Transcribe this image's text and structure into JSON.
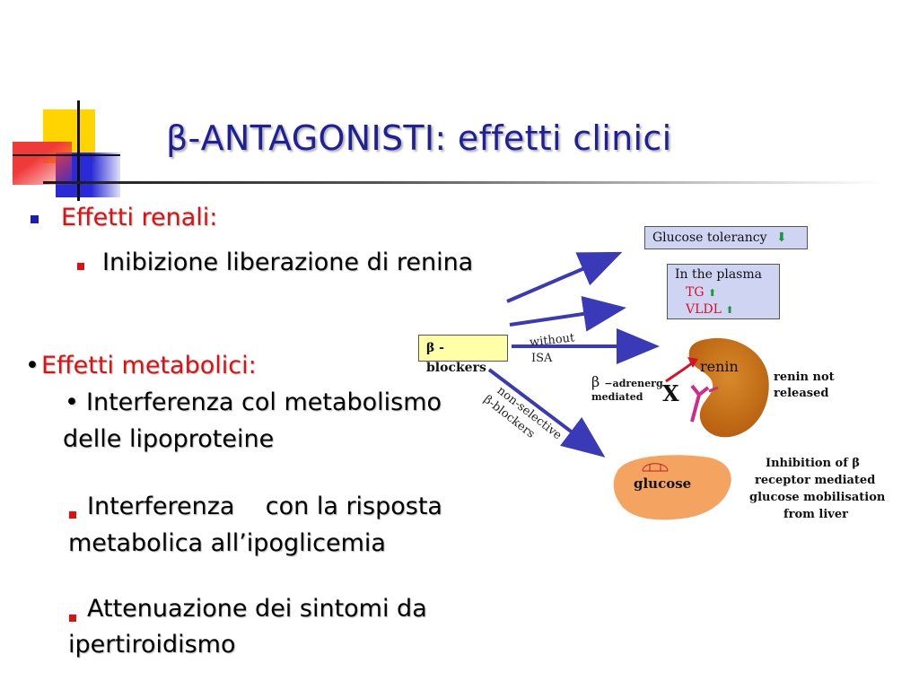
{
  "slide": {
    "title": "β-ANTAGONISTI: effetti clinici",
    "accent_colors": {
      "yellow": "#ffd400",
      "red": "#f03a3a",
      "blue": "#2a2ad8",
      "title_blue": "#1f1f99",
      "bullet_red": "#e01010"
    }
  },
  "content": {
    "renal_heading": "Effetti renali:",
    "renal_item": "Inibizione liberazione di renina",
    "metabolic_bullet": "•",
    "metabolic_heading": "Effetti metabolici:",
    "lipo_bullet": "•",
    "lipo_line1": "Interferenza col metabolismo",
    "lipo_line2": "delle lipoproteine",
    "hypo_line1": "Interferenza    con la risposta",
    "hypo_line2": "metabolica all’ipoglicemia",
    "thyro_line1": "Attenuazione dei sintomi da",
    "thyro_line2": "ipertiroidismo"
  },
  "diagram": {
    "beta_blockers": "β -blockers",
    "without": "without",
    "isa": "ISA",
    "non_selective": "non-selective",
    "beta_blockers_rot": "β-blockers",
    "glucose_tolerancy": "Glucose tolerancy",
    "in_plasma": "In the plasma",
    "tg": "TG",
    "vldl": "VLDL",
    "beta_sym": "β",
    "adrenerg": "−adrenerg",
    "mediated": "mediated",
    "x_mark": "X",
    "renin": "renin",
    "renin_not": "renin not",
    "released": "released",
    "glucose": "glucose",
    "inh1": "Inhibition of β",
    "inh2": "receptor mediated",
    "inh3": "glucose mobilisation",
    "inh4": "from liver",
    "icon_green_arrow": "green-arrow-icon"
  }
}
